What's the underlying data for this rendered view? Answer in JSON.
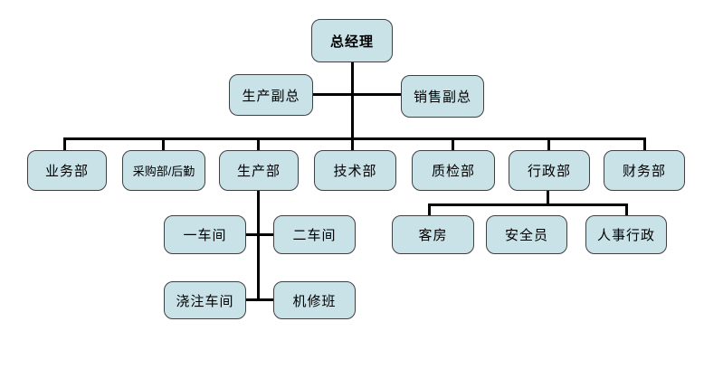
{
  "chart_title": "",
  "colors": {
    "background": "#ffffff",
    "node_fill": "#c9e2e8",
    "node_border": "#404040",
    "connector": "#000000",
    "text": "#000000"
  },
  "nodes": {
    "gm": {
      "label": "总经理"
    },
    "vp_production": {
      "label": "生产副总"
    },
    "vp_sales": {
      "label": "销售副总"
    },
    "dept_business": {
      "label": "业务部"
    },
    "dept_purchasing": {
      "label": "采购部/后勤"
    },
    "dept_production": {
      "label": "生产部"
    },
    "dept_tech": {
      "label": "技术部"
    },
    "dept_qc": {
      "label": "质检部"
    },
    "dept_admin": {
      "label": "行政部"
    },
    "dept_finance": {
      "label": "财务部"
    },
    "workshop1": {
      "label": "一车间"
    },
    "workshop2": {
      "label": "二车间"
    },
    "workshop_pouring": {
      "label": "浇注车间"
    },
    "machine_repair": {
      "label": "机修班"
    },
    "guest_rooms": {
      "label": "客房"
    },
    "safety_officer": {
      "label": "安全员"
    },
    "hr_admin": {
      "label": "人事行政"
    }
  },
  "edges": [
    [
      "gm",
      "vp_production"
    ],
    [
      "gm",
      "vp_sales"
    ],
    [
      "gm",
      "dept_business"
    ],
    [
      "gm",
      "dept_purchasing"
    ],
    [
      "gm",
      "dept_production"
    ],
    [
      "gm",
      "dept_tech"
    ],
    [
      "gm",
      "dept_qc"
    ],
    [
      "gm",
      "dept_admin"
    ],
    [
      "gm",
      "dept_finance"
    ],
    [
      "dept_production",
      "workshop1"
    ],
    [
      "dept_production",
      "workshop2"
    ],
    [
      "dept_production",
      "workshop_pouring"
    ],
    [
      "dept_production",
      "machine_repair"
    ],
    [
      "dept_admin",
      "guest_rooms"
    ],
    [
      "dept_admin",
      "safety_officer"
    ],
    [
      "dept_admin",
      "hr_admin"
    ]
  ]
}
